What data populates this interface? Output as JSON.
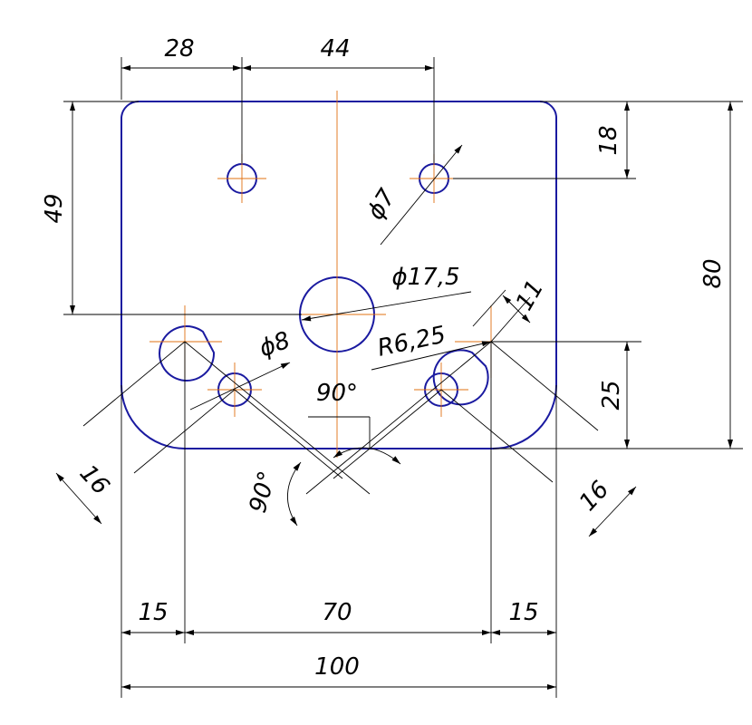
{
  "dimensions": {
    "d28": "28",
    "d44": "44",
    "d49": "49",
    "d18": "18",
    "d80": "80",
    "d25": "25",
    "d15_left": "15",
    "d70": "70",
    "d15_right": "15",
    "d100": "100",
    "d16_left": "16",
    "d16_right": "16",
    "phi7": "ϕ7",
    "phi17_5": "ϕ17,5",
    "phi8": "ϕ8",
    "r6_25": "R6,25",
    "angle_top": "90°",
    "angle_left": "90°",
    "d11": "11"
  },
  "colors": {
    "part_outline": "#1a1aa0",
    "dimension_lines": "#000000",
    "center_lines": "#e07010"
  }
}
